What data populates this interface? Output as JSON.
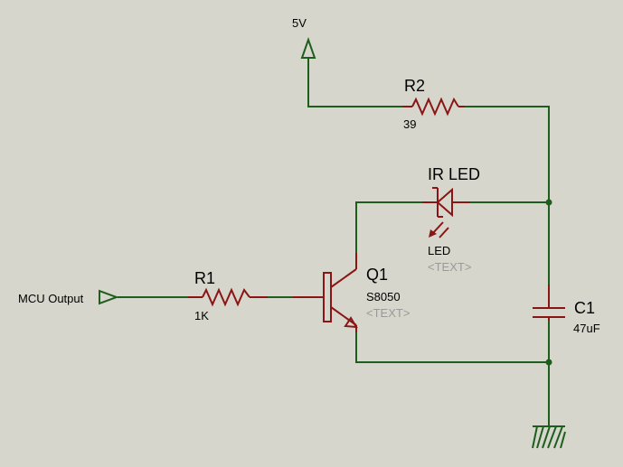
{
  "power": {
    "label": "5V"
  },
  "input": {
    "label": "MCU Output"
  },
  "r1": {
    "ref": "R1",
    "value": "1K"
  },
  "r2": {
    "ref": "R2",
    "value": "39"
  },
  "led": {
    "ref": "IR LED",
    "type": "LED",
    "text": "<TEXT>"
  },
  "q1": {
    "ref": "Q1",
    "value": "S8050",
    "text": "<TEXT>"
  },
  "c1": {
    "ref": "C1",
    "value": "47uF"
  },
  "colors": {
    "background": "#d6d6cc",
    "wire": "#1d5e1d",
    "component": "#8a1515",
    "placeholder_text": "#9a9a9a"
  }
}
